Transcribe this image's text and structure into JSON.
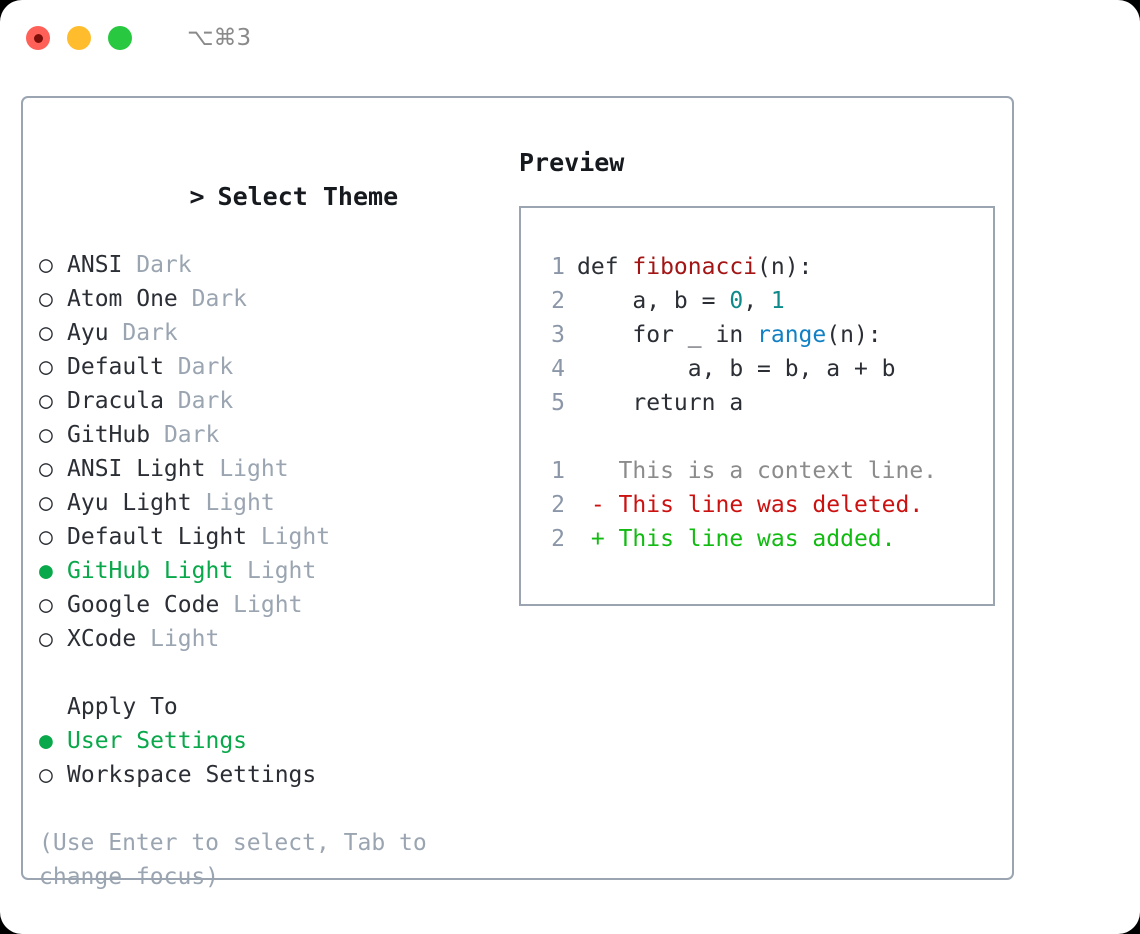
{
  "window": {
    "traffic_lights": [
      "close-red",
      "minimize-yellow",
      "maximize-green"
    ],
    "shortcut": "⌥⌘3"
  },
  "theme_picker": {
    "heading": "Select Theme",
    "caret": ">",
    "bullet_unselected": "○",
    "bullet_selected": "●",
    "items": [
      {
        "name": "ANSI",
        "variant": "Dark",
        "selected": false
      },
      {
        "name": "Atom One",
        "variant": "Dark",
        "selected": false
      },
      {
        "name": "Ayu",
        "variant": "Dark",
        "selected": false
      },
      {
        "name": "Default",
        "variant": "Dark",
        "selected": false
      },
      {
        "name": "Dracula",
        "variant": "Dark",
        "selected": false
      },
      {
        "name": "GitHub",
        "variant": "Dark",
        "selected": false
      },
      {
        "name": "ANSI Light",
        "variant": "Light",
        "selected": false
      },
      {
        "name": "Ayu Light",
        "variant": "Light",
        "selected": false
      },
      {
        "name": "Default Light",
        "variant": "Light",
        "selected": false
      },
      {
        "name": "GitHub Light",
        "variant": "Light",
        "selected": true
      },
      {
        "name": "Google Code",
        "variant": "Light",
        "selected": false
      },
      {
        "name": "XCode",
        "variant": "Light",
        "selected": false
      }
    ]
  },
  "apply_to": {
    "heading": "Apply To",
    "items": [
      {
        "name": "User Settings",
        "selected": true
      },
      {
        "name": "Workspace Settings",
        "selected": false
      }
    ]
  },
  "hint": "(Use Enter to select, Tab to change focus)",
  "preview": {
    "title": "Preview",
    "code_lines": [
      {
        "num": "1",
        "parts": [
          {
            "t": "def ",
            "c": "plain"
          },
          {
            "t": "fibonacci",
            "c": "fn"
          },
          {
            "t": "(n):",
            "c": "plain"
          }
        ]
      },
      {
        "num": "2",
        "parts": [
          {
            "t": "    a, b = ",
            "c": "plain"
          },
          {
            "t": "0",
            "c": "num"
          },
          {
            "t": ", ",
            "c": "plain"
          },
          {
            "t": "1",
            "c": "num"
          }
        ]
      },
      {
        "num": "3",
        "parts": [
          {
            "t": "    for _ in ",
            "c": "plain"
          },
          {
            "t": "range",
            "c": "call"
          },
          {
            "t": "(n):",
            "c": "plain"
          }
        ]
      },
      {
        "num": "4",
        "parts": [
          {
            "t": "        a, b = b, a + b",
            "c": "plain"
          }
        ]
      },
      {
        "num": "5",
        "parts": [
          {
            "t": "    return a",
            "c": "plain"
          }
        ]
      }
    ],
    "diff_lines": [
      {
        "num": "1",
        "parts": [
          {
            "t": "   This is a context line.",
            "c": "ctx"
          }
        ]
      },
      {
        "num": "2",
        "parts": [
          {
            "t": " - This line was deleted.",
            "c": "del"
          }
        ]
      },
      {
        "num": "2",
        "parts": [
          {
            "t": " + This line was added.",
            "c": "add"
          }
        ]
      }
    ]
  },
  "colors": {
    "accent_green": "#09a84a",
    "muted": "#9aa5b1",
    "border": "#9aa5b1",
    "code_function": "#a31515",
    "code_number": "#0f8a8a",
    "code_call": "#1180c4",
    "diff_context": "#8b8b8b",
    "diff_deleted": "#cc1111",
    "diff_added": "#11bb11",
    "text": "#2b2f35"
  }
}
